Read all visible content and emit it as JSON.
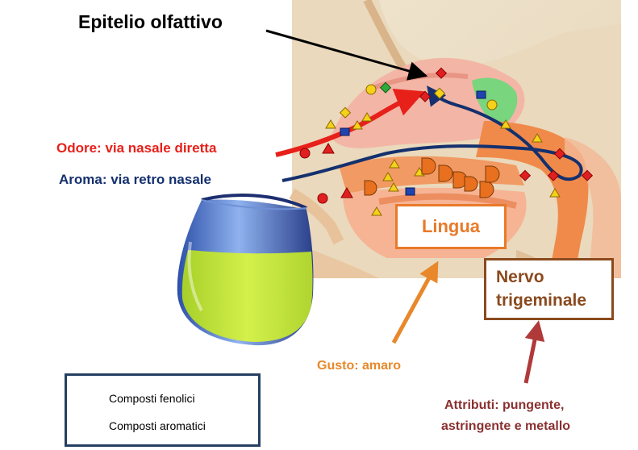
{
  "title": "Epitelio olfattivo",
  "odore_label": "Odore:  via nasale diretta",
  "aroma_label": "Aroma: via retro nasale",
  "lingua_label": "Lingua",
  "nervo_label_line1": "Nervo",
  "nervo_label_line2": "trigeminale",
  "gusto_label": "Gusto: amaro",
  "attributi_line1": "Attributi:  pungente,",
  "attributi_line2": "astringente e metallo",
  "legend": {
    "fenolici": "Composti fenolici",
    "aromatici": "Composti aromatici"
  },
  "colors": {
    "odore": "#e8201a",
    "aroma": "#14306e",
    "lingua": "#e87a2a",
    "nervo": "#8a4a1e",
    "gusto": "#e8882a",
    "attributi": "#8a3030",
    "legend_border": "#243f60",
    "phenolic": "#e8701e",
    "aromatic": "#e02020",
    "wine": "#c6e83a"
  }
}
